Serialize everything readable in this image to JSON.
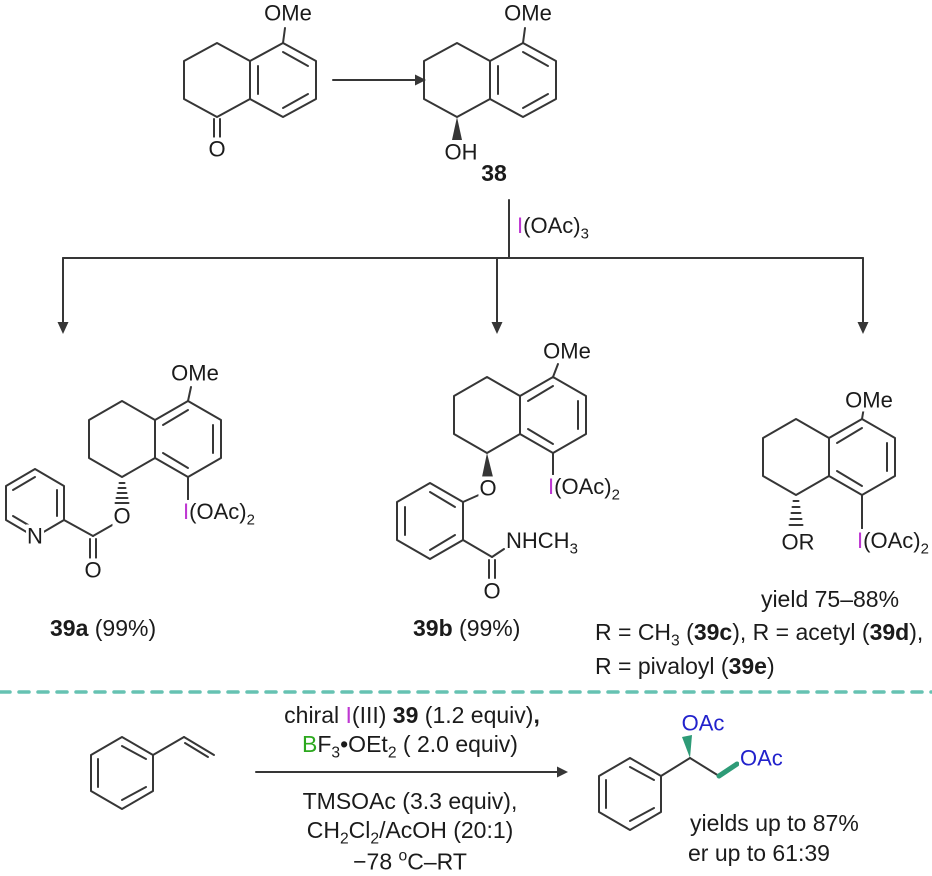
{
  "colors": {
    "iodine_magenta": "#BE37D2",
    "boron_green": "#2CA81E",
    "oac_blue": "#2222CC",
    "wedge_teal": "#2E9B77",
    "divider_teal": "#66C2B2",
    "bond_color": "#363636"
  },
  "top": {
    "ketone": {
      "ome": "OMe",
      "o": "O"
    },
    "alcohol": {
      "ome": "OMe",
      "oh": "OH",
      "id": "38"
    }
  },
  "branch": {
    "reagent_html": "<span class='iod'>I</span>(OAc)<sub>3</sub>"
  },
  "product_a": {
    "ome": "OMe",
    "ester_o": "O",
    "carbonyl_o": "O",
    "n": "N",
    "iodane_html": "<span class='iod'>I</span>(OAc)<sub>2</sub>",
    "label_html": "<b>39a</b> (99%)"
  },
  "product_b": {
    "ome": "OMe",
    "ether_o": "O",
    "amide_o": "O",
    "amide_nh_html": "NHCH<sub>3</sub>",
    "iodane_html": "<span class='iod'>I</span>(OAc)<sub>2</sub>",
    "label_html": "<b>39b</b> (99%)"
  },
  "product_cde": {
    "ome": "OMe",
    "or": "OR",
    "iodane_html": "<span class='iod'>I</span>(OAc)<sub>2</sub>",
    "yield": "yield 75–88%",
    "r_line1_html": "R = CH<sub>3</sub> (<b>39c</b>), R = acetyl (<b>39d</b>),",
    "r_line2_html": "R = pivaloyl (<b>39e</b>)"
  },
  "bottom": {
    "cond1_html": "chiral <span class='iod'>I</span>(III) <b>39</b> (1.2 equiv)<b>,</b>",
    "cond2_html": "<span class='bor'>B</span>F<sub>3</sub>•OEt<sub>2</sub> ( 2.0 equiv)",
    "cond3": "TMSOAc (3.3 equiv),",
    "cond4_html": "CH<sub>2</sub>Cl<sub>2</sub>/AcOH (20:1)",
    "cond5_html": "−78 <sup>o</sup>C–RT",
    "product": {
      "oac1": "OAc",
      "oac2": "OAc",
      "yield": "yields up to 87%",
      "er": "er up to 61:39"
    }
  }
}
